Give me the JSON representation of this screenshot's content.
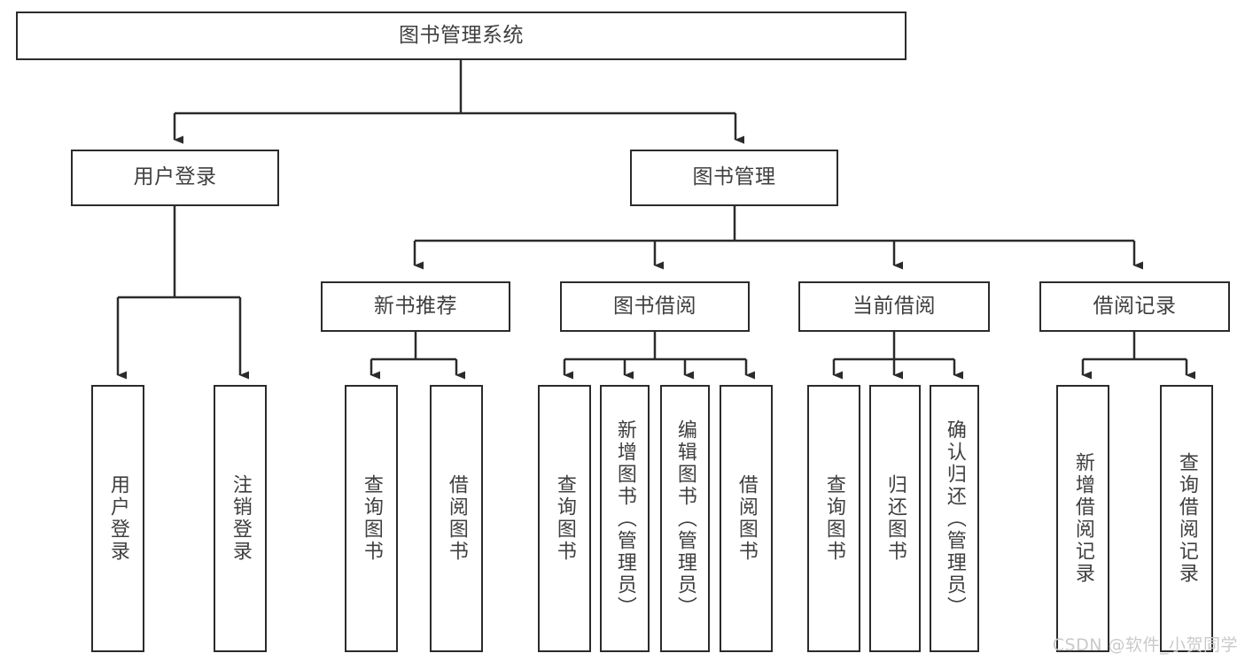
{
  "diagram": {
    "type": "tree",
    "title": "图书管理系统",
    "root": {
      "label": "图书管理系统"
    },
    "level2": [
      {
        "label": "用户登录"
      },
      {
        "label": "图书管理"
      }
    ],
    "level3": [
      {
        "label": "新书推荐"
      },
      {
        "label": "图书借阅"
      },
      {
        "label": "当前借阅"
      },
      {
        "label": "借阅记录"
      }
    ],
    "leaves": {
      "user_login": [
        {
          "label": "用户登录"
        },
        {
          "label": "注销登录"
        }
      ],
      "new_book_recommend": [
        {
          "label": "查询图书"
        },
        {
          "label": "借阅图书"
        }
      ],
      "book_borrow": [
        {
          "label": "查询图书"
        },
        {
          "label": "新增图书（管理员）"
        },
        {
          "label": "编辑图书（管理员）"
        },
        {
          "label": "借阅图书"
        }
      ],
      "current_borrow": [
        {
          "label": "查询图书"
        },
        {
          "label": "归还图书"
        },
        {
          "label": "确认归还（管理员）"
        }
      ],
      "borrow_record": [
        {
          "label": "新增借阅记录"
        },
        {
          "label": "查询借阅记录"
        }
      ]
    }
  },
  "watermark": {
    "text": "CSDN @软件_小贺同学"
  },
  "colors": {
    "border": "#2b2b2b",
    "text": "#3f3f3f",
    "background": "#ffffff",
    "watermark": "#c9c9c9"
  }
}
